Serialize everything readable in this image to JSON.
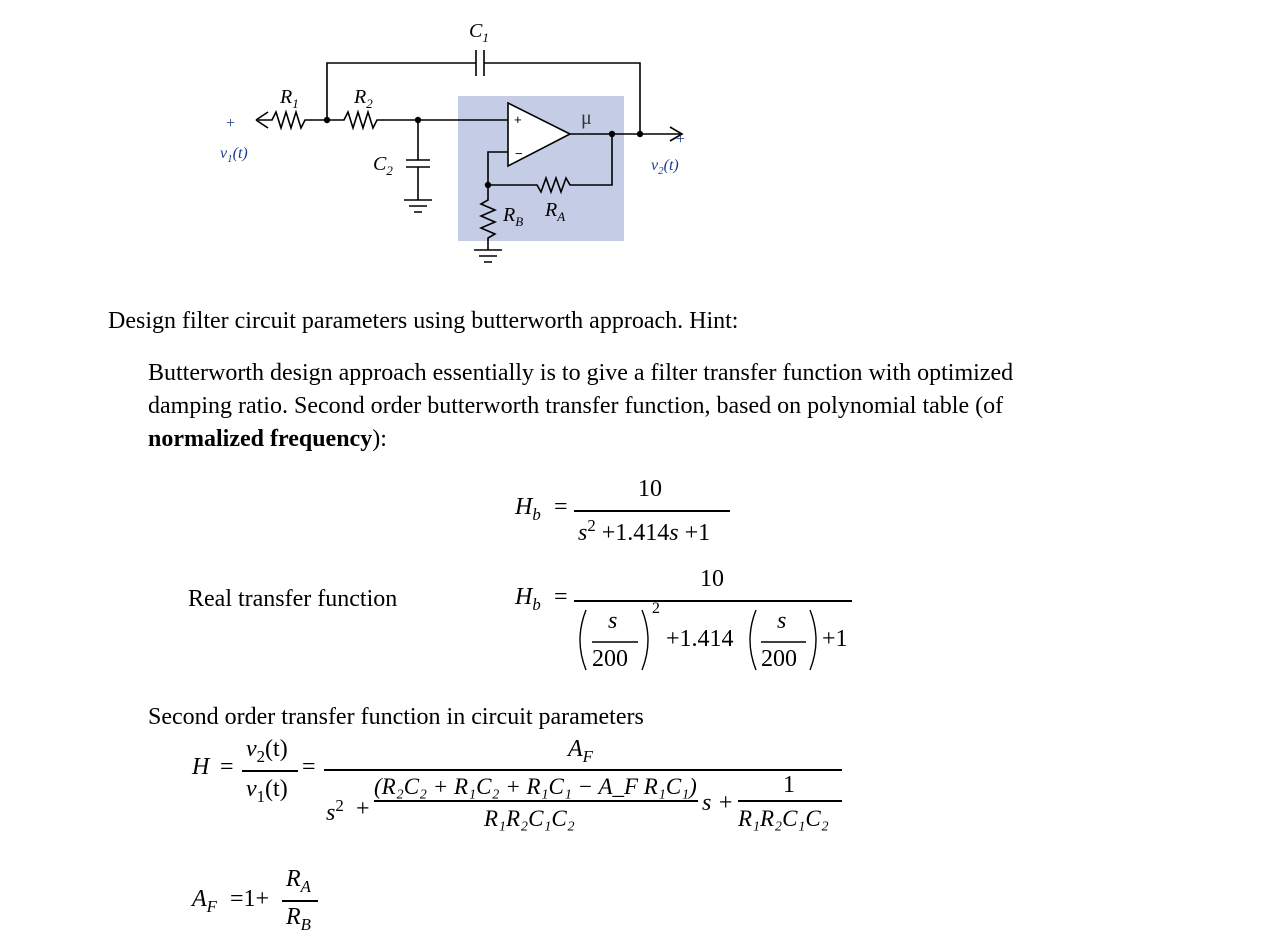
{
  "circuit": {
    "labels": {
      "c1": "C",
      "c1_sub": "1",
      "r1": "R",
      "r1_sub": "1",
      "r2": "R",
      "r2_sub": "2",
      "c2": "C",
      "c2_sub": "2",
      "mu": "μ",
      "plus_in": "+",
      "minus_in": "−",
      "rb": "R",
      "rb_sub": "B",
      "ra": "R",
      "ra_sub": "A",
      "v1": "v",
      "v1_sub": "1",
      "v1_t": "(t)",
      "v2": "v",
      "v2_sub": "2",
      "v2_t": "(t)",
      "in_plus": "+",
      "out_plus": "+"
    },
    "colors": {
      "opamp_box": "#c5cde6",
      "wire": "#000000"
    }
  },
  "text": {
    "heading": "Design filter circuit parameters using butterworth approach. Hint:",
    "hint_line1": "Butterworth design approach essentially is to give a filter transfer function with optimized",
    "hint_line2": "damping ratio. Second order butterworth transfer function, based on polynomial table (of",
    "hint_line3_bold": "normalized frequency",
    "hint_line3_end": "):",
    "real_tf_label": "Real transfer function",
    "second_order_label": "Second order transfer function in circuit parameters"
  },
  "equations": {
    "hb1": {
      "lhs": "H",
      "lhs_sub": "b",
      "equals": "=",
      "numerator": "10",
      "den_s": "s",
      "den_sq": "2",
      "den_rest": " +1.414",
      "den_s2": "s",
      "den_plus1": " +1"
    },
    "hb2": {
      "lhs": "H",
      "lhs_sub": "b",
      "equals": "=",
      "numerator": "10",
      "frac_s": "s",
      "frac_den": "200",
      "sq": "2",
      "mid": "+1.414",
      "end": "+1"
    },
    "h": {
      "lhs": "H",
      "equals": "=",
      "v2": "v",
      "v2_sub": "2",
      "v2_t": "(t)",
      "v1": "v",
      "v1_sub": "1",
      "v1_t": "(t)",
      "equals2": "=",
      "af": "A",
      "af_sub": "F",
      "s": "s",
      "sq": "2",
      "plus": "+",
      "coef_num": "(R₂C₂ + R₁C₂ + R₁C₁ − A_F R₁C₁)",
      "coef_den": "R₁R₂C₁C₂",
      "s_plus": "s +",
      "one": "1",
      "const_den": "R₁R₂C₁C₂"
    },
    "af": {
      "lhs": "A",
      "lhs_sub": "F",
      "rhs": "=1+",
      "num": "R",
      "num_sub": "A",
      "den": "R",
      "den_sub": "B"
    }
  }
}
